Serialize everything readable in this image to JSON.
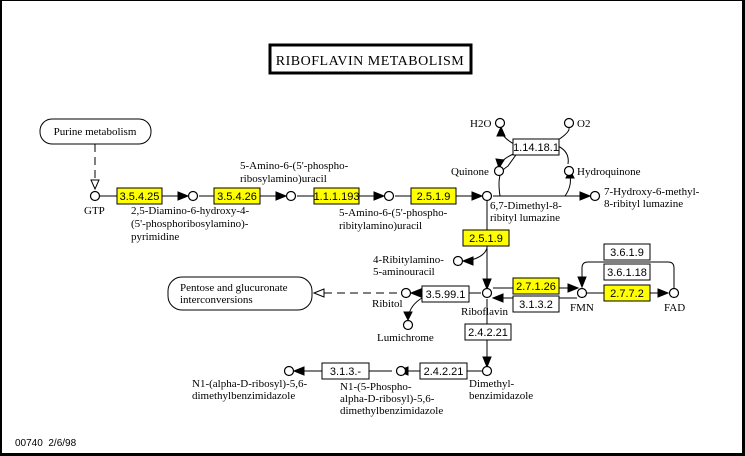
{
  "title": "RIBOFLAVIN METABOLISM",
  "footer": "00740  2/6/98",
  "colors": {
    "enzyme_highlight": "#ffff00",
    "enzyme_plain": "#ffffff",
    "line": "#000000"
  },
  "maps": {
    "purine": "Purine metabolism",
    "pentose_line1": "Pentose and glucuronate",
    "pentose_line2": "interconversions"
  },
  "enzymes": {
    "e3_5_4_25": "3.5.4.25",
    "e3_5_4_26": "3.5.4.26",
    "e1_1_1_193": "1.1.1.193",
    "e2_5_1_9_a": "2.5.1.9",
    "e1_14_18_1": "1.14.18.1",
    "e2_5_1_9_b": "2.5.1.9",
    "e3_5_99_1": "3.5.99.1",
    "e2_7_1_26": "2.7.1.26",
    "e3_1_3_2": "3.1.3.2",
    "e3_6_1_9": "3.6.1.9",
    "e3_6_1_18": "3.6.1.18",
    "e2_7_7_2": "2.7.7.2",
    "e2_4_2_21_a": "2.4.2.21",
    "e2_4_2_21_b": "2.4.2.21",
    "e3_1_3_x": "3.1.3.-"
  },
  "compounds": {
    "gtp": "GTP",
    "diamino_1": "2,5-Diamino-6-hydroxy-4-",
    "diamino_2": "(5'-phosphoribosylamino)-",
    "diamino_3": "pyrimidine",
    "amino_ribosyl_1": "5-Amino-6-(5'-phospho-",
    "amino_ribosyl_2": "ribosylamino)uracil",
    "amino_ribityl_1": "5-Amino-6-(5'-phospho-",
    "amino_ribityl_2": "ribitylamino)uracil",
    "h2o": "H2O",
    "o2": "O2",
    "quinone": "Quinone",
    "hydroquinone": "Hydroquinone",
    "dimethyl_lumazine_1": "6,7-Dimethyl-8-",
    "dimethyl_lumazine_2": "ribityl lumazine",
    "hydroxy_lumazine_1": "7-Hydroxy-6-methyl-",
    "hydroxy_lumazine_2": "8-ribityl lumazine",
    "ribitylamino_1": "4-Ribitylamino-",
    "ribitylamino_2": "5-aminouracil",
    "ribitol": "Ribitol",
    "riboflavin": "Riboflavin",
    "lumichrome": "Lumichrome",
    "fmn": "FMN",
    "fad": "FAD",
    "dmb_1": "Dimethyl-",
    "dmb_2": "benzimidazole",
    "n1_phospho_1": "N1-(5-Phospho-",
    "n1_phospho_2": "alpha-D-ribosyl)-5,6-",
    "n1_phospho_3": "dimethylbenzimidazole",
    "n1_alpha_1": "N1-(alpha-D-ribosyl)-5,6-",
    "n1_alpha_2": "dimethylbenzimidazole"
  }
}
